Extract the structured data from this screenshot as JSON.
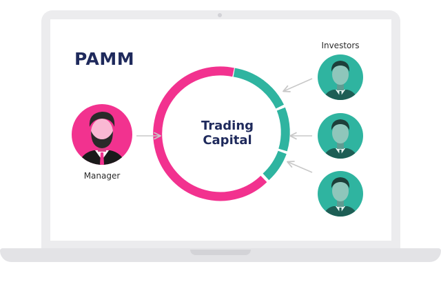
{
  "brand": "PAMM",
  "center": {
    "line1": "Trading",
    "line2": "Capital"
  },
  "roles": {
    "manager": "Manager",
    "investors": "Investors"
  },
  "colors": {
    "accent_pink": "#f2328f",
    "accent_teal": "#2fb4a0",
    "navy": "#1f2a5c",
    "arrow": "#c8c8c8"
  },
  "icons": {
    "manager": "manager-avatar-icon",
    "investor": "investor-avatar-icon"
  }
}
